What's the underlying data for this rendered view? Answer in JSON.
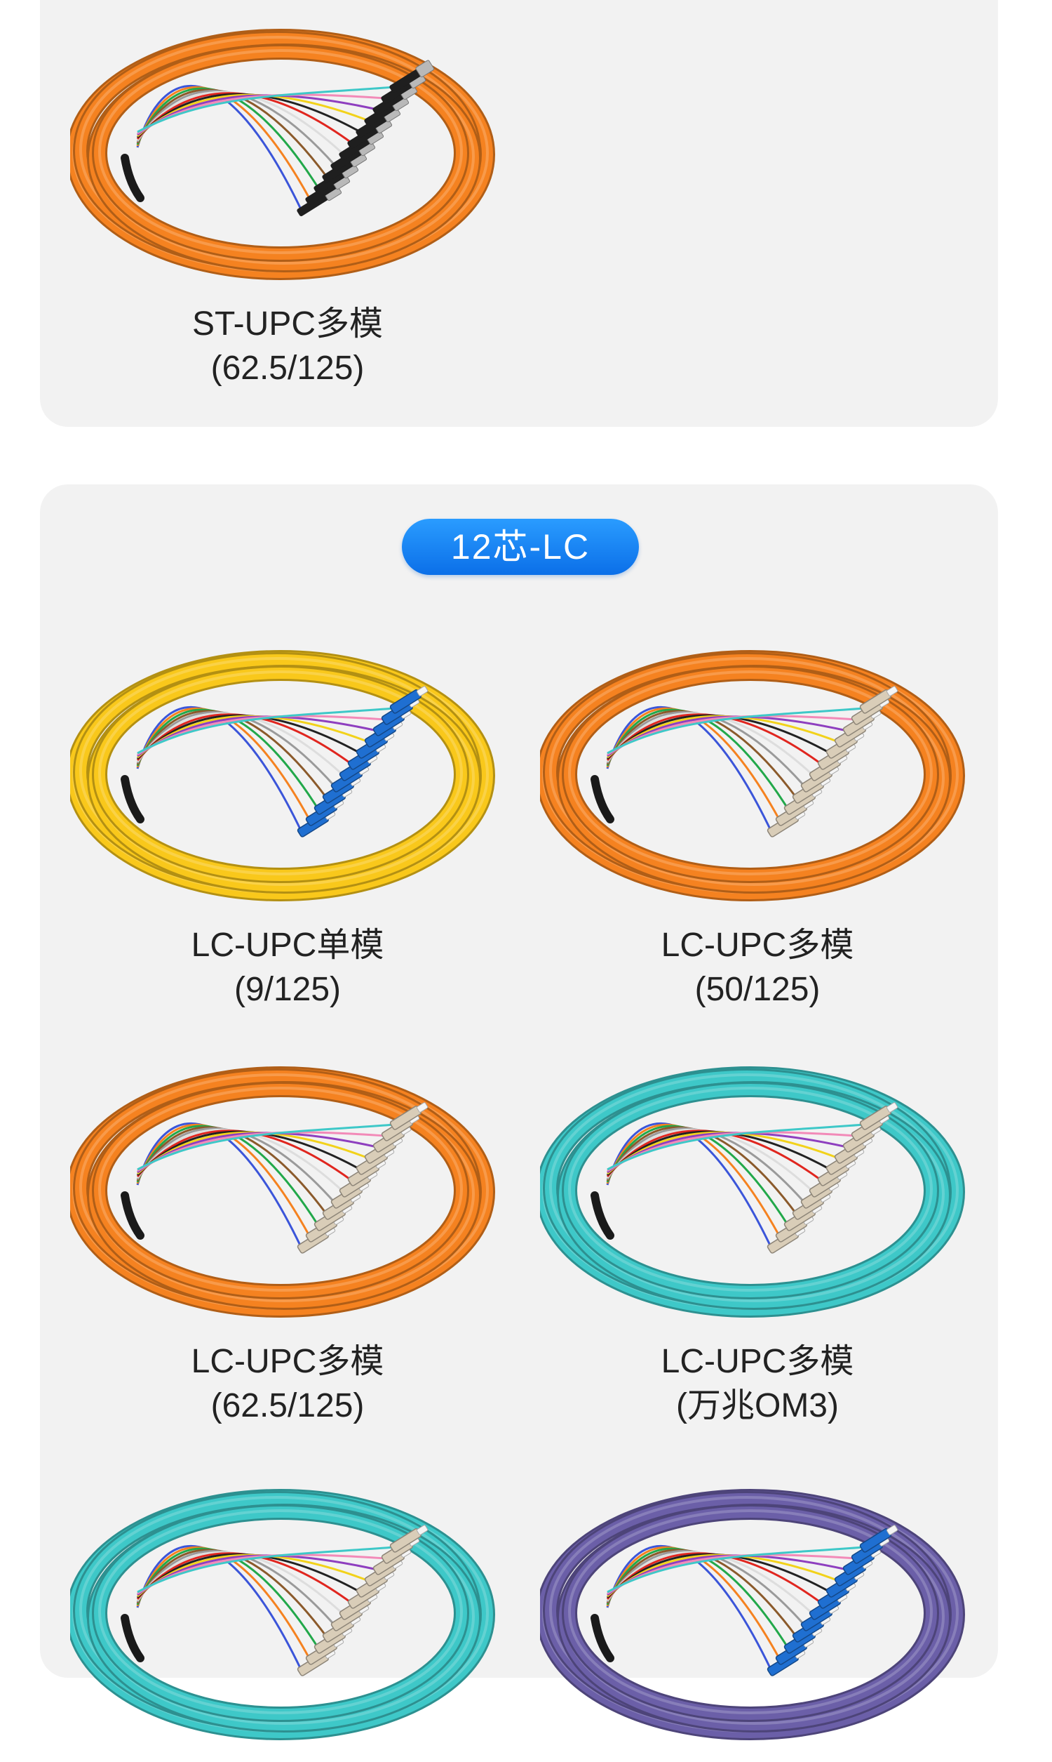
{
  "badge": {
    "label": "12芯-LC"
  },
  "products": [
    {
      "name": "ST-UPC多模",
      "spec": "(62.5/125)",
      "cable_color": "#f58220",
      "connector": "st",
      "connector_color": "#222222"
    },
    {
      "name": "LC-UPC单模",
      "spec": "(9/125)",
      "cable_color": "#f9c81b",
      "connector": "lc",
      "connector_color": "#1f6fd1"
    },
    {
      "name": "LC-UPC多模",
      "spec": "(50/125)",
      "cable_color": "#f58220",
      "connector": "lc",
      "connector_color": "#d9cdb8"
    },
    {
      "name": "LC-UPC多模",
      "spec": "(62.5/125)",
      "cable_color": "#f58220",
      "connector": "lc",
      "connector_color": "#d9cdb8"
    },
    {
      "name": "LC-UPC多模",
      "spec": "(万兆OM3)",
      "cable_color": "#3ec8c8",
      "connector": "lc",
      "connector_color": "#d9cdb8"
    },
    {
      "name": "",
      "spec": "",
      "cable_color": "#3ec8c8",
      "connector": "lc",
      "connector_color": "#d9cdb8"
    },
    {
      "name": "",
      "spec": "",
      "cable_color": "#6b5fa8",
      "connector": "lc",
      "connector_color": "#1f6fd1"
    }
  ],
  "fiber_colors": [
    "#3b55d9",
    "#f58220",
    "#22a84a",
    "#8b5a2b",
    "#9a9a9a",
    "#ffffff",
    "#e0261f",
    "#222222",
    "#f2d21b",
    "#8e3fbf",
    "#f28ab8",
    "#3ec8c8"
  ]
}
